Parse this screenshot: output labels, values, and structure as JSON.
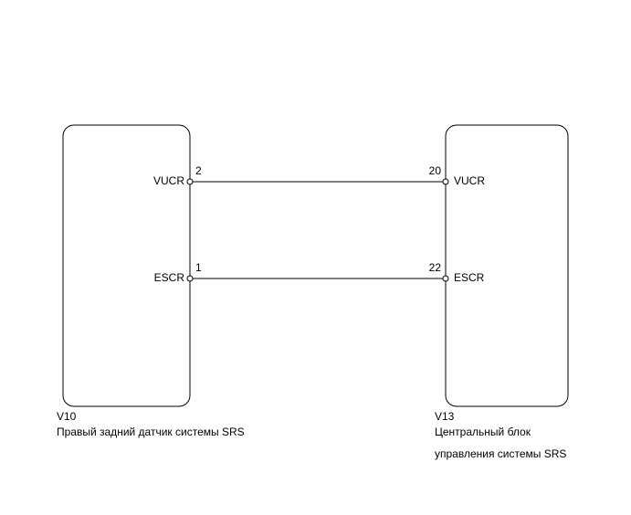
{
  "left_component": {
    "code": "V10",
    "name": "Правый задний датчик системы SRS"
  },
  "right_component": {
    "code": "V13",
    "name_line1": "Центральный блок",
    "name_line2": "управления системы SRS"
  },
  "connections": [
    {
      "signal": "VUCR",
      "left_pin": "2",
      "right_pin": "20"
    },
    {
      "signal": "ESCR",
      "left_pin": "1",
      "right_pin": "22"
    }
  ]
}
